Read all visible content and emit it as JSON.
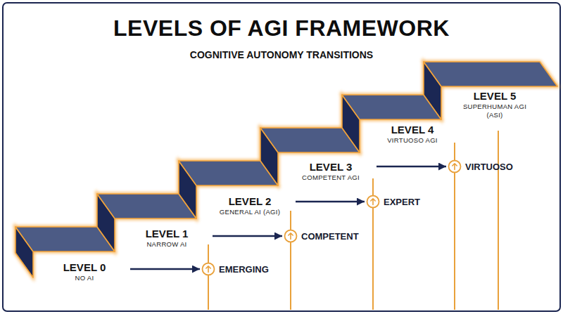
{
  "diagram": {
    "title": "LEVELS OF AGI FRAMEWORK",
    "nodes": [
      {
        "text": [
          "LEVEL 0",
          "NO AI"
        ]
      },
      {
        "text": [
          "LEVEL 1",
          "NARROW AI"
        ]
      },
      {
        "text": [
          "LEVEL 2",
          "GENERAL AI (AGI)"
        ]
      },
      {
        "text": [
          "LEVEL 3",
          "COMPETENT AGI"
        ]
      },
      {
        "text": [
          "LEVEL 4",
          "VIRTUOSO AGI"
        ]
      },
      {
        "text": [
          "LEVEL 5",
          "SUPERHUMAN AGI (ASI)"
        ]
      },
      {
        "text": [
          "EMERGING"
        ]
      },
      {
        "text": [
          "COMPETENT"
        ]
      },
      {
        "text": [
          "EXPERT"
        ]
      },
      {
        "text": [
          "VIRTUOSO"
        ]
      }
    ],
    "edges": [
      {
        "from": 0,
        "to": 6,
        "arrow": "to"
      },
      {
        "from": 1,
        "to": 7,
        "arrow": "to"
      },
      {
        "from": 2,
        "to": 8,
        "arrow": "to"
      },
      {
        "from": 3,
        "to": 9,
        "arrow": "to"
      }
    ],
    "labels": [
      "COGNITIVE AUTONOMY TRANSITIONS"
    ]
  }
}
